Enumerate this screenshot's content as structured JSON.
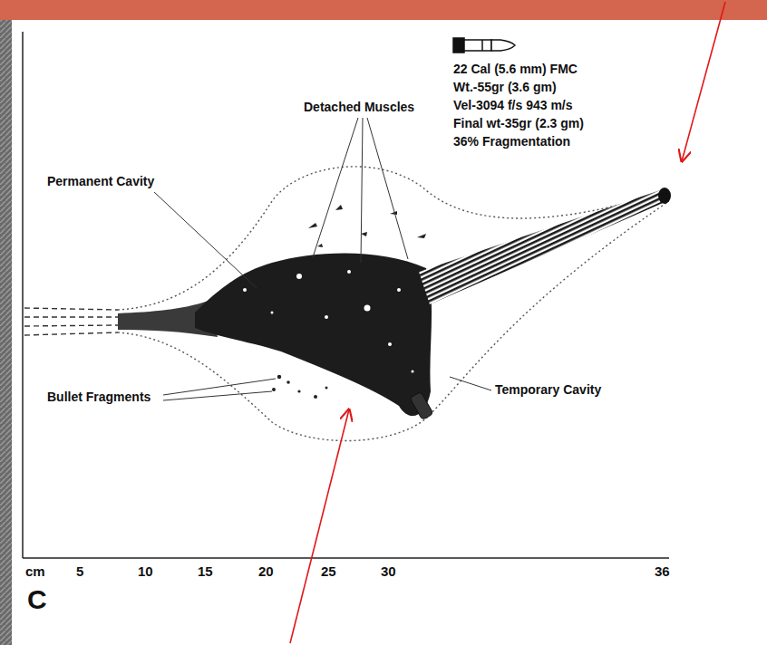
{
  "diagram": {
    "labels": [
      "22 Cal (5.6 mm) FMC",
      "Wt.-55gr (3.6 gm)",
      "Vel-3094 f/s 943 m/s",
      "Final wt-35gr (2.3 gm)",
      "36% Fragmentation",
      "Detached Muscles",
      "Permanent Cavity",
      "Bullet Fragments",
      "Temporary Cavity",
      "cm",
      "5",
      "10",
      "15",
      "20",
      "25",
      "30",
      "36",
      "C"
    ]
  }
}
